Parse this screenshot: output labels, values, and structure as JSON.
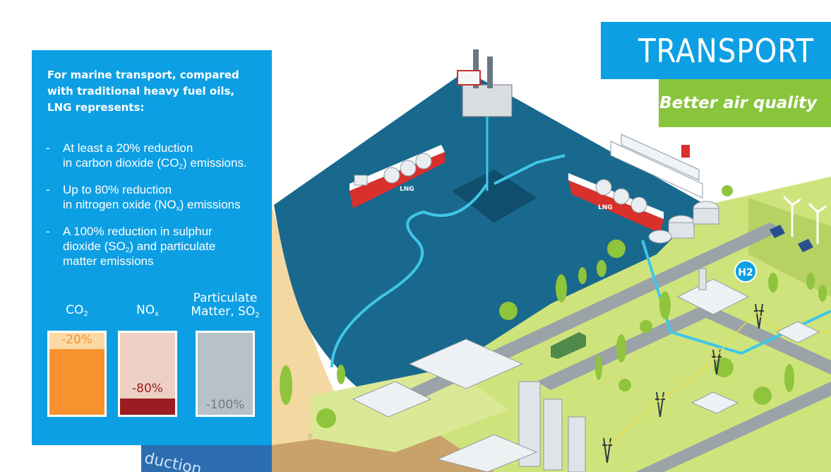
{
  "header": {
    "title": "TRANSPORT",
    "subtitle": "Better air quality"
  },
  "panel": {
    "intro_lines": [
      "For marine transport, compared",
      "with traditional heavy fuel oils,",
      "LNG represents:"
    ],
    "bullets": [
      {
        "dash": "-",
        "line1": "At least a 20% reduction",
        "line2_pre": "in carbon dioxide (CO",
        "line2_sub": "2",
        "line2_post": ") emissions."
      },
      {
        "dash": "-",
        "line1": "Up to 80% reduction",
        "line2_pre": "in nitrogen oxide (NO",
        "line2_sub": "x",
        "line2_post": ") emissions"
      },
      {
        "dash": "-",
        "line1": "A 100% reduction in sulphur",
        "line2_pre": "dioxide (SO",
        "line2_sub": "2",
        "line2_post": ") and particulate",
        "line3": "matter emissions"
      }
    ]
  },
  "bars": [
    {
      "label_line1": "",
      "label_main": "CO",
      "label_sub": "2",
      "value_text": "-20%",
      "fraction": 0.2,
      "remaining_color": "#f7922e",
      "reduction_color": "#fbd9a7",
      "value_color": "#f7922e"
    },
    {
      "label_line1": "",
      "label_main": "NO",
      "label_sub": "x",
      "value_text": "-80%",
      "fraction": 0.8,
      "remaining_color": "#9b1c21",
      "reduction_color": "#edd0c3",
      "value_color": "#9b1c21"
    },
    {
      "label_line1": "Particulate",
      "label_main": "Matter, SO",
      "label_sub": "2",
      "value_text": "-100%",
      "fraction": 1.0,
      "remaining_color": "#9aa5ad",
      "reduction_color": "#b7c1c8",
      "value_color": "#6e7b85"
    }
  ],
  "scene_labels": {
    "tanker_left": "LNG",
    "tanker_right": "LNG",
    "h2_badge": "H2",
    "road_sign": "duction",
    "grass_letter": "P"
  },
  "colors": {
    "accent": "#0d9fe3",
    "green": "#88c43c",
    "sea": "#1a6b8f",
    "land": "#cde27a"
  }
}
